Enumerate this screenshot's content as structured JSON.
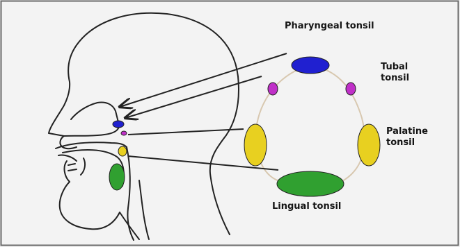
{
  "labels": {
    "pharyngeal": "Pharyngeal tonsil",
    "tubal_line1": "Tubal",
    "tubal_line2": "tonsil",
    "palatine_line1": "Palatine",
    "palatine_line2": "tonsil",
    "lingual": "Lingual tonsil"
  },
  "colors": {
    "pharyngeal": "#2020d0",
    "tubal": "#c030c8",
    "palatine": "#e8d020",
    "lingual": "#30a030",
    "outline": "#222222",
    "ring": "#d8c8b0",
    "frame": "#6a6a6a"
  }
}
